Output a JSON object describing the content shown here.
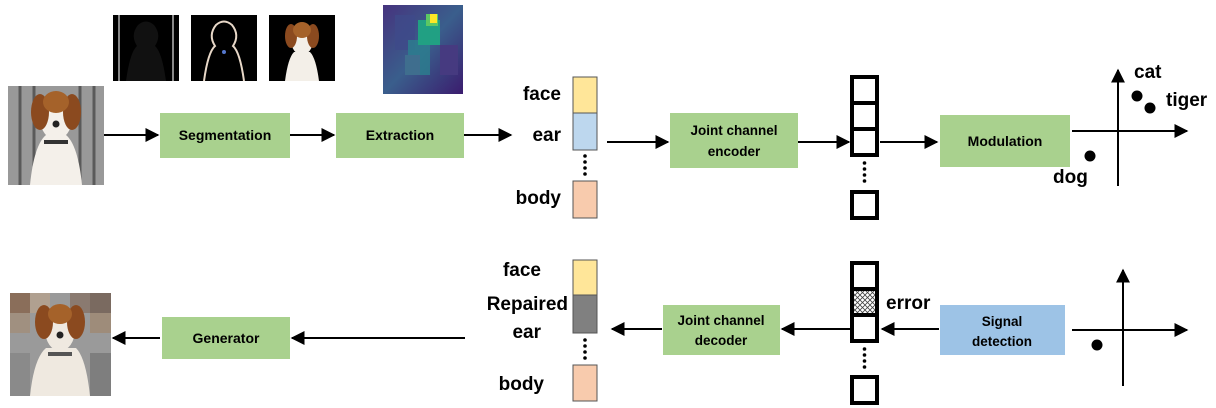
{
  "top": {
    "segmentation_label": "Segmentation",
    "extraction_label": "Extraction",
    "tokens": [
      "face",
      "ear",
      "body"
    ],
    "encoder_line1": "Joint channel",
    "encoder_line2": "encoder",
    "modulation_label": "Modulation",
    "constellation": {
      "cat": "cat",
      "tiger": "tiger",
      "dog": "dog"
    }
  },
  "bottom": {
    "generator_label": "Generator",
    "tokens": {
      "face": "face",
      "repaired_line1": "Repaired",
      "repaired_line2": "ear",
      "body": "body"
    },
    "decoder_line1": "Joint channel",
    "decoder_line2": "decoder",
    "error_label": "error",
    "signal_line1": "Signal",
    "signal_line2": "detection"
  },
  "colors": {
    "process_box": "#a9d18e",
    "signal_box": "#9dc3e6",
    "face_token": "#ffe699",
    "ear_token": "#bdd7ee",
    "repaired_token": "#808080",
    "body_token": "#f8cbad"
  }
}
